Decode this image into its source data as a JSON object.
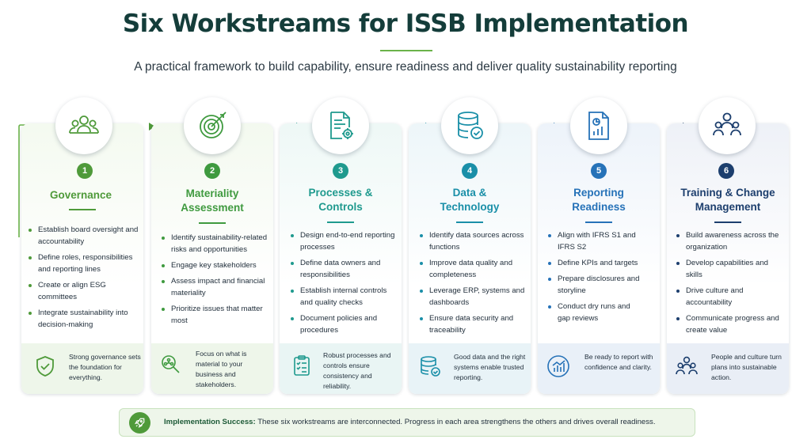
{
  "header": {
    "title": "Six Workstreams for ISSB Implementation",
    "subtitle": "A practical framework to build capability, ensure readiness and deliver quality sustainability reporting"
  },
  "workstreams": [
    {
      "number": "1",
      "title_line1": "Governance",
      "title_line2": "",
      "color": "#4f9a3a",
      "icon": "people-group-icon",
      "bullets": [
        "Establish board oversight and accountability",
        "Define roles, responsibilities and reporting lines",
        "Create or align ESG committees",
        "Integrate sustainability into decision-making"
      ],
      "footer_icon": "shield-check-icon",
      "footer": "Strong governance sets the foundation for everything."
    },
    {
      "number": "2",
      "title_line1": "Materiality",
      "title_line2": "Assessment",
      "color": "#3f9a3f",
      "icon": "target-icon",
      "bullets": [
        "Identify sustainability-related risks and opportunities",
        "Engage key stakeholders",
        "Assess impact and financial materiality",
        "Prioritize issues that matter most"
      ],
      "footer_icon": "magnifier-network-icon",
      "footer": "Focus on what is material to your business and stakeholders."
    },
    {
      "number": "3",
      "title_line1": "Processes &",
      "title_line2": "Controls",
      "color": "#1f9a8e",
      "icon": "document-gear-icon",
      "bullets": [
        "Design end-to-end reporting processes",
        "Define data owners and responsibilities",
        "Establish internal controls and quality checks",
        "Document policies and procedures"
      ],
      "footer_icon": "clipboard-checklist-icon",
      "footer": "Robust processes and controls ensure consistency and reliability."
    },
    {
      "number": "4",
      "title_line1": "Data &",
      "title_line2": "Technology",
      "color": "#1a8fa8",
      "icon": "database-check-icon",
      "bullets": [
        "Identify data sources across functions",
        "Improve data quality and completeness",
        "Leverage ERP, systems and dashboards",
        "Ensure data security and traceability"
      ],
      "footer_icon": "database-check-icon",
      "footer": "Good data and the right systems enable trusted reporting."
    },
    {
      "number": "5",
      "title_line1": "Reporting",
      "title_line2": "Readiness",
      "color": "#2672b8",
      "icon": "report-chart-icon",
      "bullets": [
        "Align with IFRS S1 and IFRS S2",
        "Define KPIs and targets",
        "Prepare disclosures and storyline",
        "Conduct dry runs and gap reviews"
      ],
      "footer_icon": "growth-chart-icon",
      "footer": "Be ready to report with confidence and clarity."
    },
    {
      "number": "6",
      "title_line1": "Training & Change",
      "title_line2": "Management",
      "color": "#1d3f6e",
      "icon": "team-icon",
      "bullets": [
        "Build awareness across the organization",
        "Develop capabilities and skills",
        "Drive culture and accountability",
        "Communicate progress and create value"
      ],
      "footer_icon": "team-icon",
      "footer": "People and culture turn plans into sustainable action."
    }
  ],
  "success": {
    "label": "Implementation Success:",
    "text": " These six workstreams are interconnected. Progress in each area strengthens the others and drives overall readiness.",
    "icon": "rocket-icon"
  }
}
